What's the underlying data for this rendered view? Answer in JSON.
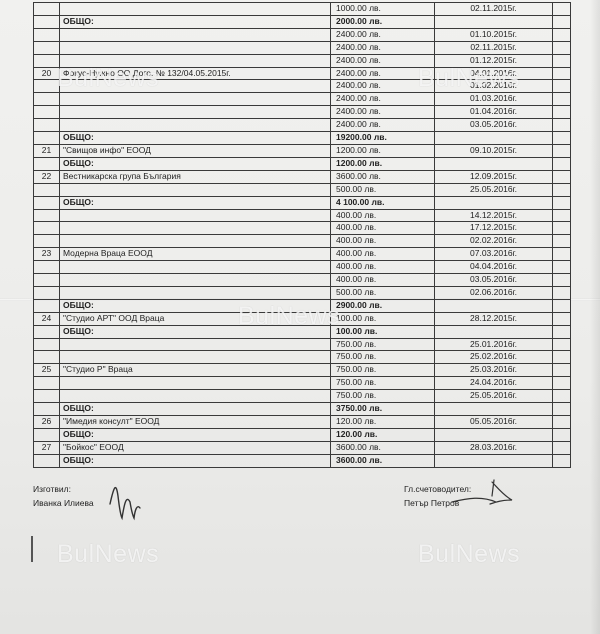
{
  "rows": [
    {
      "num": "",
      "name": "",
      "amount": "1000.00 лв.",
      "date": "02.11.2015г."
    },
    {
      "num": "",
      "name": "ОБЩО:",
      "amount": "2000.00 лв.",
      "date": "",
      "total": true
    },
    {
      "num": "",
      "name": "",
      "amount": "2400.00 лв.",
      "date": "01.10.2015г."
    },
    {
      "num": "",
      "name": "",
      "amount": "2400.00 лв.",
      "date": "02.11.2015г."
    },
    {
      "num": "",
      "name": "",
      "amount": "2400.00 лв.",
      "date": "01.12.2015г."
    },
    {
      "num": "20",
      "name": "Фокус-Нужно ОО Дого. № 132/04.05.2015г.",
      "amount": "2400.00 лв.",
      "date": "04.01.2016г."
    },
    {
      "num": "",
      "name": "",
      "amount": "2400.00 лв.",
      "date": "01.02.2016г."
    },
    {
      "num": "",
      "name": "",
      "amount": "2400.00 лв.",
      "date": "01.03.2016г."
    },
    {
      "num": "",
      "name": "",
      "amount": "2400.00 лв.",
      "date": "01.04.2016г."
    },
    {
      "num": "",
      "name": "",
      "amount": "2400.00 лв.",
      "date": "03.05.2016г."
    },
    {
      "num": "",
      "name": "ОБЩО:",
      "amount": "19200.00 лв.",
      "date": "",
      "total": true
    },
    {
      "num": "21",
      "name": "\"Свищов инфо\" ЕООД",
      "amount": "1200.00 лв.",
      "date": "09.10.2015г."
    },
    {
      "num": "",
      "name": "ОБЩО:",
      "amount": "1200.00 лв.",
      "date": "",
      "total": true
    },
    {
      "num": "22",
      "name": "Вестникарска група България",
      "amount": "3600.00 лв.",
      "date": "12.09.2015г."
    },
    {
      "num": "",
      "name": "",
      "amount": "500.00 лв.",
      "date": "25.05.2016г."
    },
    {
      "num": "",
      "name": "ОБЩО:",
      "amount": "4 100.00 лв.",
      "date": "",
      "total": true
    },
    {
      "num": "",
      "name": "",
      "amount": "400.00 лв.",
      "date": "14.12.2015г."
    },
    {
      "num": "",
      "name": "",
      "amount": "400.00 лв.",
      "date": "17.12.2015г."
    },
    {
      "num": "",
      "name": "",
      "amount": "400.00 лв.",
      "date": "02.02.2016г."
    },
    {
      "num": "23",
      "name": "Модерна Враца ЕООД",
      "amount": "400.00 лв.",
      "date": "07.03.2016г."
    },
    {
      "num": "",
      "name": "",
      "amount": "400.00 лв.",
      "date": "04.04.2016г."
    },
    {
      "num": "",
      "name": "",
      "amount": "400.00 лв.",
      "date": "03.05.2016г."
    },
    {
      "num": "",
      "name": "",
      "amount": "500.00 лв.",
      "date": "02.06.2016г."
    },
    {
      "num": "",
      "name": "ОБЩО:",
      "amount": "2900.00 лв.",
      "date": "",
      "total": true
    },
    {
      "num": "24",
      "name": "\"Студио АРТ\" ООД Враца",
      "amount": "100.00 лв.",
      "date": "28.12.2015г."
    },
    {
      "num": "",
      "name": "ОБЩО:",
      "amount": "100.00 лв.",
      "date": "",
      "total": true
    },
    {
      "num": "",
      "name": "",
      "amount": "750.00 лв.",
      "date": "25.01.2016г."
    },
    {
      "num": "",
      "name": "",
      "amount": "750.00 лв.",
      "date": "25.02.2016г."
    },
    {
      "num": "25",
      "name": "\"Студио Р\" Враца",
      "amount": "750.00 лв.",
      "date": "25.03.2016г."
    },
    {
      "num": "",
      "name": "",
      "amount": "750.00 лв.",
      "date": "24.04.2016г."
    },
    {
      "num": "",
      "name": "",
      "amount": "750.00 лв.",
      "date": "25.05.2016г."
    },
    {
      "num": "",
      "name": "ОБЩО:",
      "amount": "3750.00 лв.",
      "date": "",
      "total": true
    },
    {
      "num": "26",
      "name": "\"Имедия консулт\" ЕООД",
      "amount": "120.00 лв.",
      "date": "05.05.2016г."
    },
    {
      "num": "",
      "name": "ОБЩО:",
      "amount": "120.00 лв.",
      "date": "",
      "total": true
    },
    {
      "num": "27",
      "name": "\"Бойкос\" ЕООД",
      "amount": "3600.00 лв.",
      "date": "28.03.2016г."
    },
    {
      "num": "",
      "name": "ОБЩО:",
      "amount": "3600.00 лв.",
      "date": "",
      "total": true
    }
  ],
  "signatures": {
    "prepared_label": "Изготвил:",
    "prepared_name": "Иванка Илиева",
    "accountant_label": "Гл.счетоводител:",
    "accountant_name": "Петър Петров"
  },
  "watermark": {
    "text": "BulNews"
  }
}
